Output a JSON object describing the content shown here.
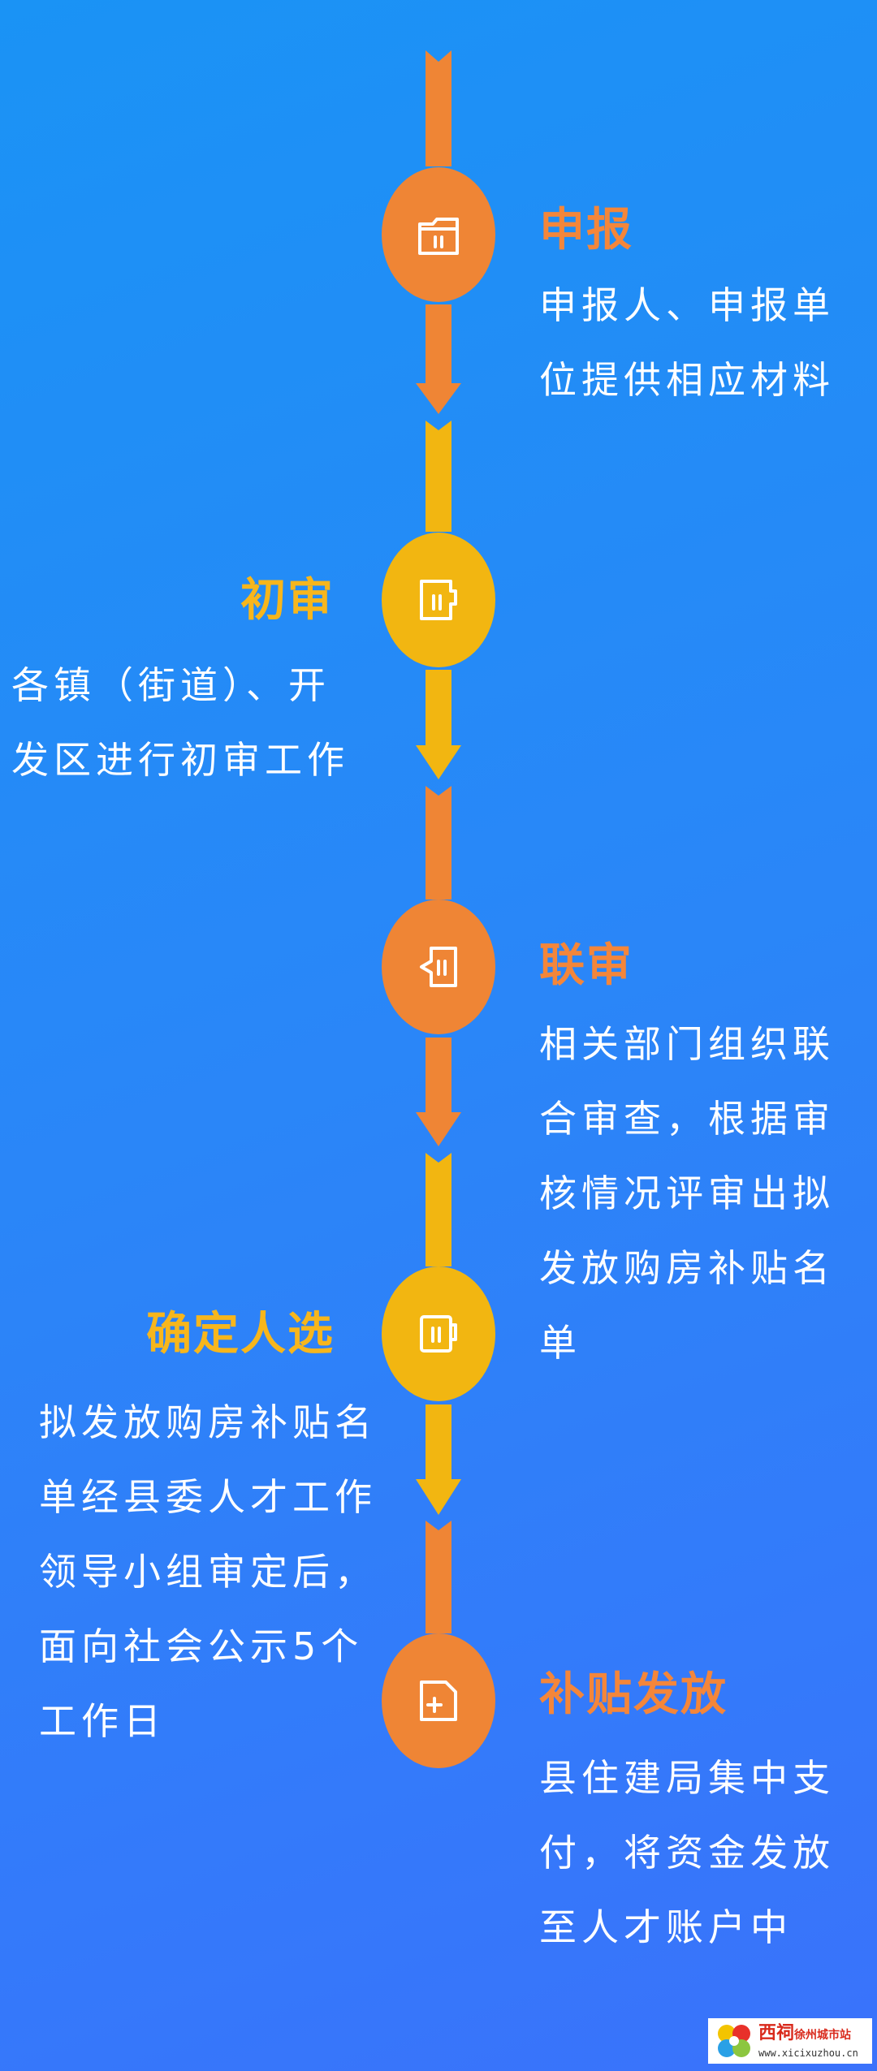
{
  "steps": [
    {
      "title": "申报",
      "lines": [
        "申报人、申报单",
        "位提供相应材料"
      ],
      "color": "#ef8535"
    },
    {
      "title": "初审",
      "lines": [
        "各镇（街道）、开",
        "发区进行初审工作"
      ],
      "color": "#f2b611"
    },
    {
      "title": "联审",
      "lines": [
        "相关部门组织联",
        "合审查，根据审",
        "核情况评审出拟",
        "发放购房补贴名",
        "单"
      ],
      "color": "#ef8535"
    },
    {
      "title": "确定人选",
      "lines": [
        "拟发放购房补贴名",
        "单经县委人才工作",
        "领导小组审定后，",
        "面向社会公示5个",
        "工作日"
      ],
      "color": "#f2b611"
    },
    {
      "title": "补贴发放",
      "lines": [
        "县住建局集中支",
        "付，将资金发放",
        "至人才账户中"
      ],
      "color": "#ef8535"
    }
  ],
  "icons": [
    "folder-icon",
    "document-icon",
    "archive-box-icon",
    "clipboard-icon",
    "add-document-icon"
  ],
  "watermark": {
    "name": "西祠",
    "city": "徐州城市站",
    "url": "www.xicixuzhou.cn"
  },
  "colors": {
    "orange": "#ef8535",
    "yellow": "#f2b611",
    "background_top": "#1a93f5",
    "background_bottom": "#3a72fb"
  }
}
